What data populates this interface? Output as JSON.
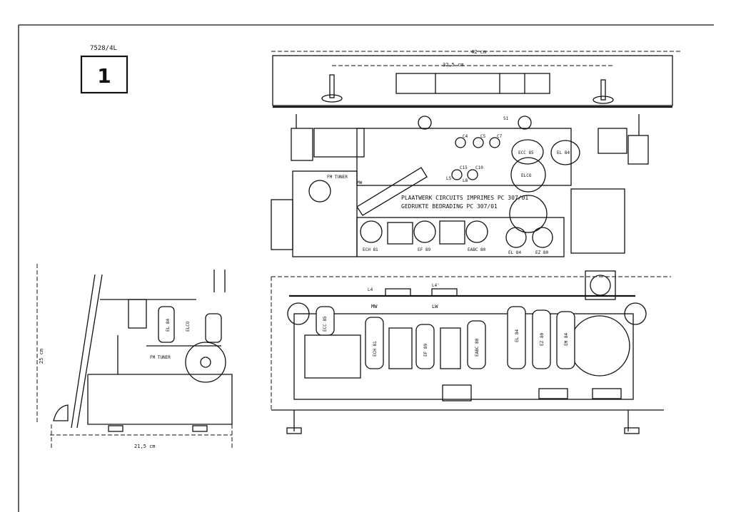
{
  "header": {
    "doc_code": "7528/4L",
    "page_number": "1"
  },
  "top_view": {
    "dim_outer": "42 cm",
    "dim_inner": "32,5 cm",
    "note_line1": "PLAATWERK CIRCUITS IMPRIMES PC 307/01",
    "note_line2": "GEDRUKTE BEDRADING PC 307/01",
    "labels": [
      "C4",
      "C5",
      "C7",
      "C15",
      "C10",
      "L5",
      "L8",
      "ECC 85",
      "EL 84",
      "ELCO",
      "ECH 81",
      "EF 89",
      "EABC 80",
      "EL 84",
      "EZ 80",
      "FM TUNER",
      "MW",
      "S1"
    ]
  },
  "front_view": {
    "coil_labels": [
      "L4",
      "L4'"
    ],
    "band_labels": [
      "MW",
      "LW"
    ],
    "tubes": [
      "ECC 85",
      "ECH 81",
      "EF 89",
      "EABC 80",
      "EL 84",
      "EZ 80",
      "EM 84"
    ]
  },
  "side_view": {
    "dim_height": "25 cm",
    "dim_depth": "21,5 cm",
    "tuner_label": "FM TUNER",
    "tubes": [
      "EL 84",
      "ELCO"
    ]
  }
}
